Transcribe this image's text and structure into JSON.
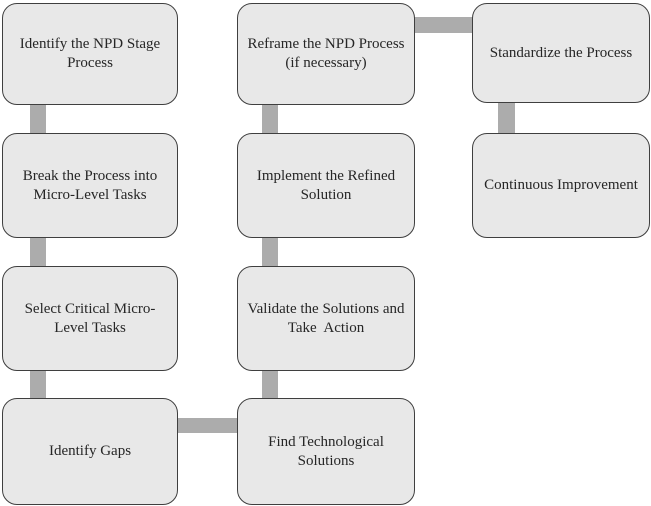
{
  "palette": {
    "background": "#ffffff",
    "box_fill": "#e8e8e8",
    "box_border": "#3f3f3f",
    "connector": "#acacac",
    "text": "#262626"
  },
  "flowchart": {
    "boxes": [
      {
        "id": "identify-npd-stage-process",
        "label": "Identify the NPD Stage\nProcess"
      },
      {
        "id": "break-process-into-micro-tasks",
        "label": "Break the Process into\nMicro-Level Tasks"
      },
      {
        "id": "select-critical-micro-tasks",
        "label": "Select Critical Micro-\nLevel Tasks"
      },
      {
        "id": "identify-gaps",
        "label": "Identify Gaps"
      },
      {
        "id": "reframe-npd-process",
        "label": "Reframe the NPD Process\n(if necessary)"
      },
      {
        "id": "implement-refined-solution",
        "label": "Implement the Refined\nSolution"
      },
      {
        "id": "validate-solutions-take-action",
        "label": "Validate the Solutions and\nTake  Action"
      },
      {
        "id": "find-technological-solutions",
        "label": "Find Technological\nSolutions"
      },
      {
        "id": "standardize-process",
        "label": "Standardize the Process"
      },
      {
        "id": "continuous-improvement",
        "label": "Continuous Improvement"
      }
    ]
  }
}
